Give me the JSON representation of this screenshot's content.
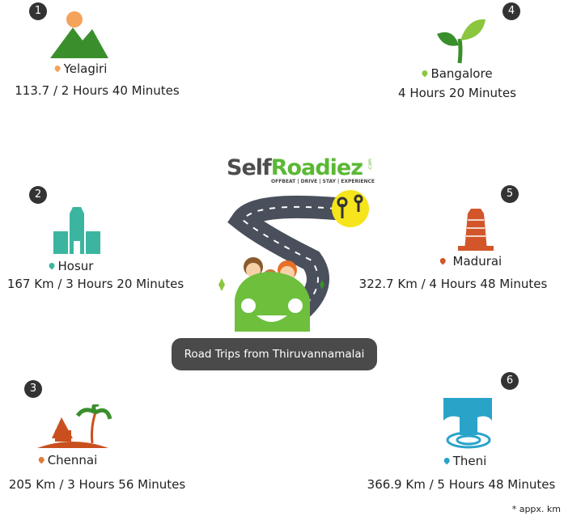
{
  "brand": {
    "name_part1": "Self",
    "name_part2": "Roadiez",
    "suffix": ".com",
    "tagline": "OFFBEAT | DRIVE | STAY | EXPERIENCE"
  },
  "title": "Road Trips from Thiruvannamalai",
  "note": "* appx. km",
  "destinations": [
    {
      "number": "1",
      "name": "Yelagiri",
      "distance": "113.7 / 2 Hours 40 Minutes",
      "icon": "mountain-icon",
      "pin_color": "#f5a25a"
    },
    {
      "number": "2",
      "name": "Hosur",
      "distance": "167 Km / 3 Hours 20 Minutes",
      "icon": "temple-icon",
      "pin_color": "#3bb5a0"
    },
    {
      "number": "3",
      "name": "Chennai",
      "distance": "205 Km / 3 Hours 56 Minutes",
      "icon": "beach-hut-icon",
      "pin_color": "#e07b3a"
    },
    {
      "number": "4",
      "name": "Bangalore",
      "distance": "4 Hours 20 Minutes",
      "icon": "plant-icon",
      "pin_color": "#8cc63f"
    },
    {
      "number": "5",
      "name": "Madurai",
      "distance": "322.7 Km / 4 Hours 48 Minutes",
      "icon": "temple-gopuram-icon",
      "pin_color": "#d2562a"
    },
    {
      "number": "6",
      "name": "Theni",
      "distance": "366.9 Km / 5 Hours 48 Minutes",
      "icon": "waterfall-icon",
      "pin_color": "#2aa3c9"
    }
  ]
}
